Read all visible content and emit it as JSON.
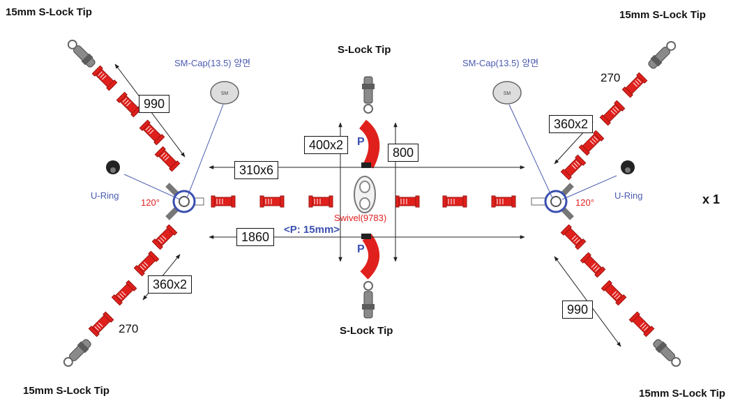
{
  "tip_labels": {
    "top_left": "15mm S-Lock Tip",
    "top_right": "15mm S-Lock Tip",
    "bottom_left": "15mm S-Lock Tip",
    "bottom_right": "15mm S-Lock Tip",
    "top_center": "S-Lock Tip",
    "bottom_center": "S-Lock Tip"
  },
  "caps": {
    "left": "SM-Cap(13.5) 양면",
    "right": "SM-Cap(13.5) 양면"
  },
  "u_rings": {
    "left": "U-Ring",
    "right": "U-Ring"
  },
  "angles": {
    "left": "120°",
    "right": "120°"
  },
  "swivel": "Swivel(9783)",
  "pitch": "<P: 15mm>",
  "p_markers": {
    "top": "P",
    "bottom": "P"
  },
  "dimensions": {
    "d990_left": "990",
    "d990_right": "990",
    "d360x2_left": "360x2",
    "d360x2_right": "360x2",
    "d270_left": "270",
    "d270_right": "270",
    "d400x2": "400x2",
    "d800": "800",
    "d310x6": "310x6",
    "d1860": "1860"
  },
  "quantity": "x 1",
  "colors": {
    "segment": "#e0201c",
    "segment_dark": "#9a1410",
    "arrow": "#222222",
    "leader": "#4a5bb0",
    "hub": "#3a4fb0",
    "tip": "#707070"
  }
}
